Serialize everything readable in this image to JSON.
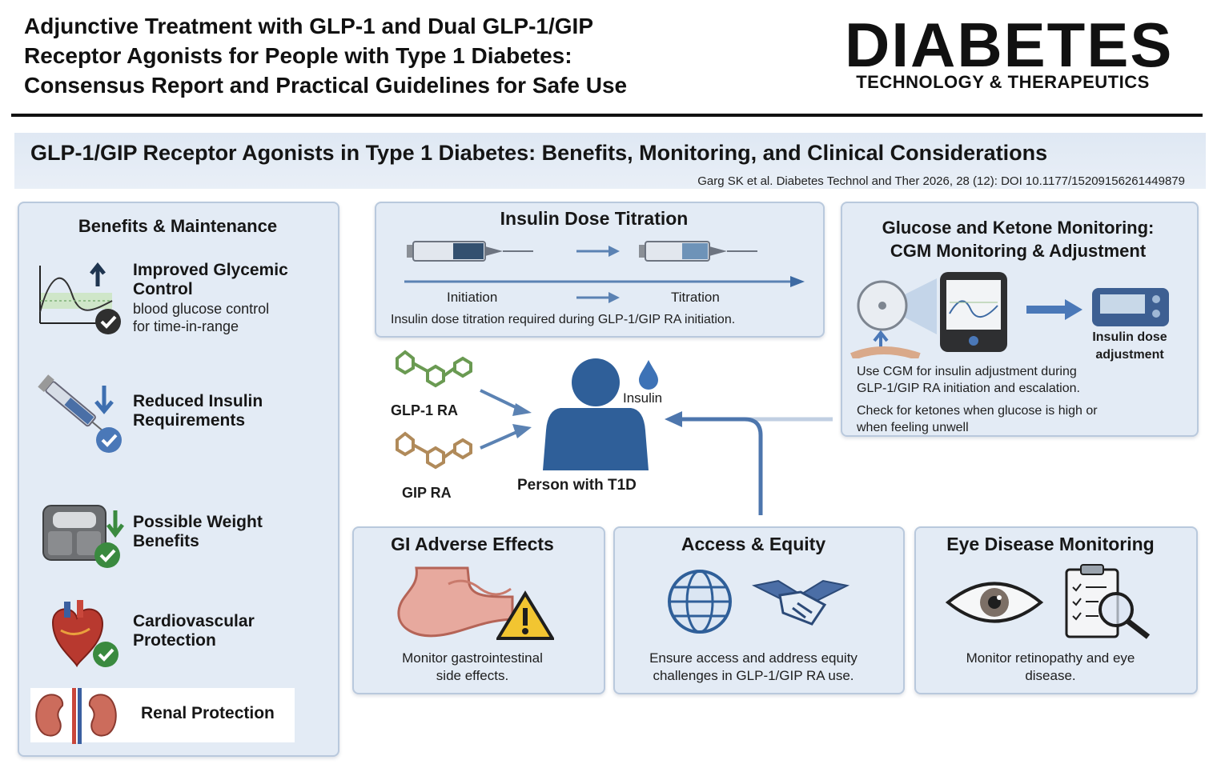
{
  "header": {
    "title_lines": [
      "Adjunctive Treatment with GLP-1 and Dual GLP-1/GIP",
      "Receptor Agonists for People with Type 1 Diabetes:",
      "Consensus Report and Practical Guidelines for Safe Use"
    ],
    "logo_main": "DIABETES",
    "logo_sub": "TECHNOLOGY & THERAPEUTICS"
  },
  "banner": {
    "title": "GLP-1/GIP Receptor Agonists in Type 1 Diabetes: Benefits, Monitoring, and Clinical Considerations",
    "citation": "Garg SK et al. Diabetes Technol and Ther 2026, 28 (12): DOI 10.1177/15209156261449879"
  },
  "benefits": {
    "title": "Benefits & Maintenance",
    "items": [
      {
        "title_lines": [
          "Improved Glycemic",
          "Control"
        ],
        "sub_lines": [
          "blood glucose control",
          "for time-in-range"
        ],
        "icon": "glucose-graph-icon"
      },
      {
        "title_lines": [
          "Reduced Insulin",
          "Requirements"
        ],
        "sub_lines": [],
        "icon": "syringe-down-icon"
      },
      {
        "title_lines": [
          "Possible Weight",
          "Benefits"
        ],
        "sub_lines": [],
        "icon": "scale-icon"
      },
      {
        "title_lines": [
          "Cardiovascular",
          "Protection"
        ],
        "sub_lines": [],
        "icon": "heart-icon"
      },
      {
        "title_lines": [
          "Renal Protection"
        ],
        "sub_lines": [],
        "icon": "kidney-icon"
      }
    ]
  },
  "titration": {
    "title": "Insulin Dose Titration",
    "initiation": "Initiation",
    "titration_label": "Titration",
    "note": "Insulin dose titration required during GLP-1/GIP RA initiation."
  },
  "monitoring": {
    "title_lines": [
      "Glucose and Ketone Monitoring:",
      "CGM Monitoring & Adjustment"
    ],
    "device_label_lines": [
      "Insulin dose",
      "adjustment"
    ],
    "note1_lines": [
      "Use CGM for insulin adjustment during",
      "GLP-1/GIP RA initiation and escalation."
    ],
    "note2_lines": [
      "Check for ketones when glucose is high or",
      "when feeling unwell"
    ]
  },
  "center": {
    "glp1": "GLP-1 RA",
    "gip": "GIP RA",
    "insulin": "Insulin",
    "person": "Person with T1D"
  },
  "gi": {
    "title": "GI Adverse Effects",
    "note_lines": [
      "Monitor gastrointestinal",
      "side effects."
    ]
  },
  "access": {
    "title": "Access & Equity",
    "note_lines": [
      "Ensure access and address equity",
      "challenges in GLP-1/GIP RA use."
    ]
  },
  "eye": {
    "title": "Eye Disease Monitoring",
    "note_lines": [
      "Monitor retinopathy and eye",
      "disease."
    ]
  },
  "colors": {
    "panel_bg": "#e3ebf5",
    "panel_border": "#b9c9dd",
    "accent_blue": "#5b82b3",
    "person_blue": "#2f5f99",
    "check_green": "#3a8a3f",
    "check_blue": "#4a78b8"
  }
}
